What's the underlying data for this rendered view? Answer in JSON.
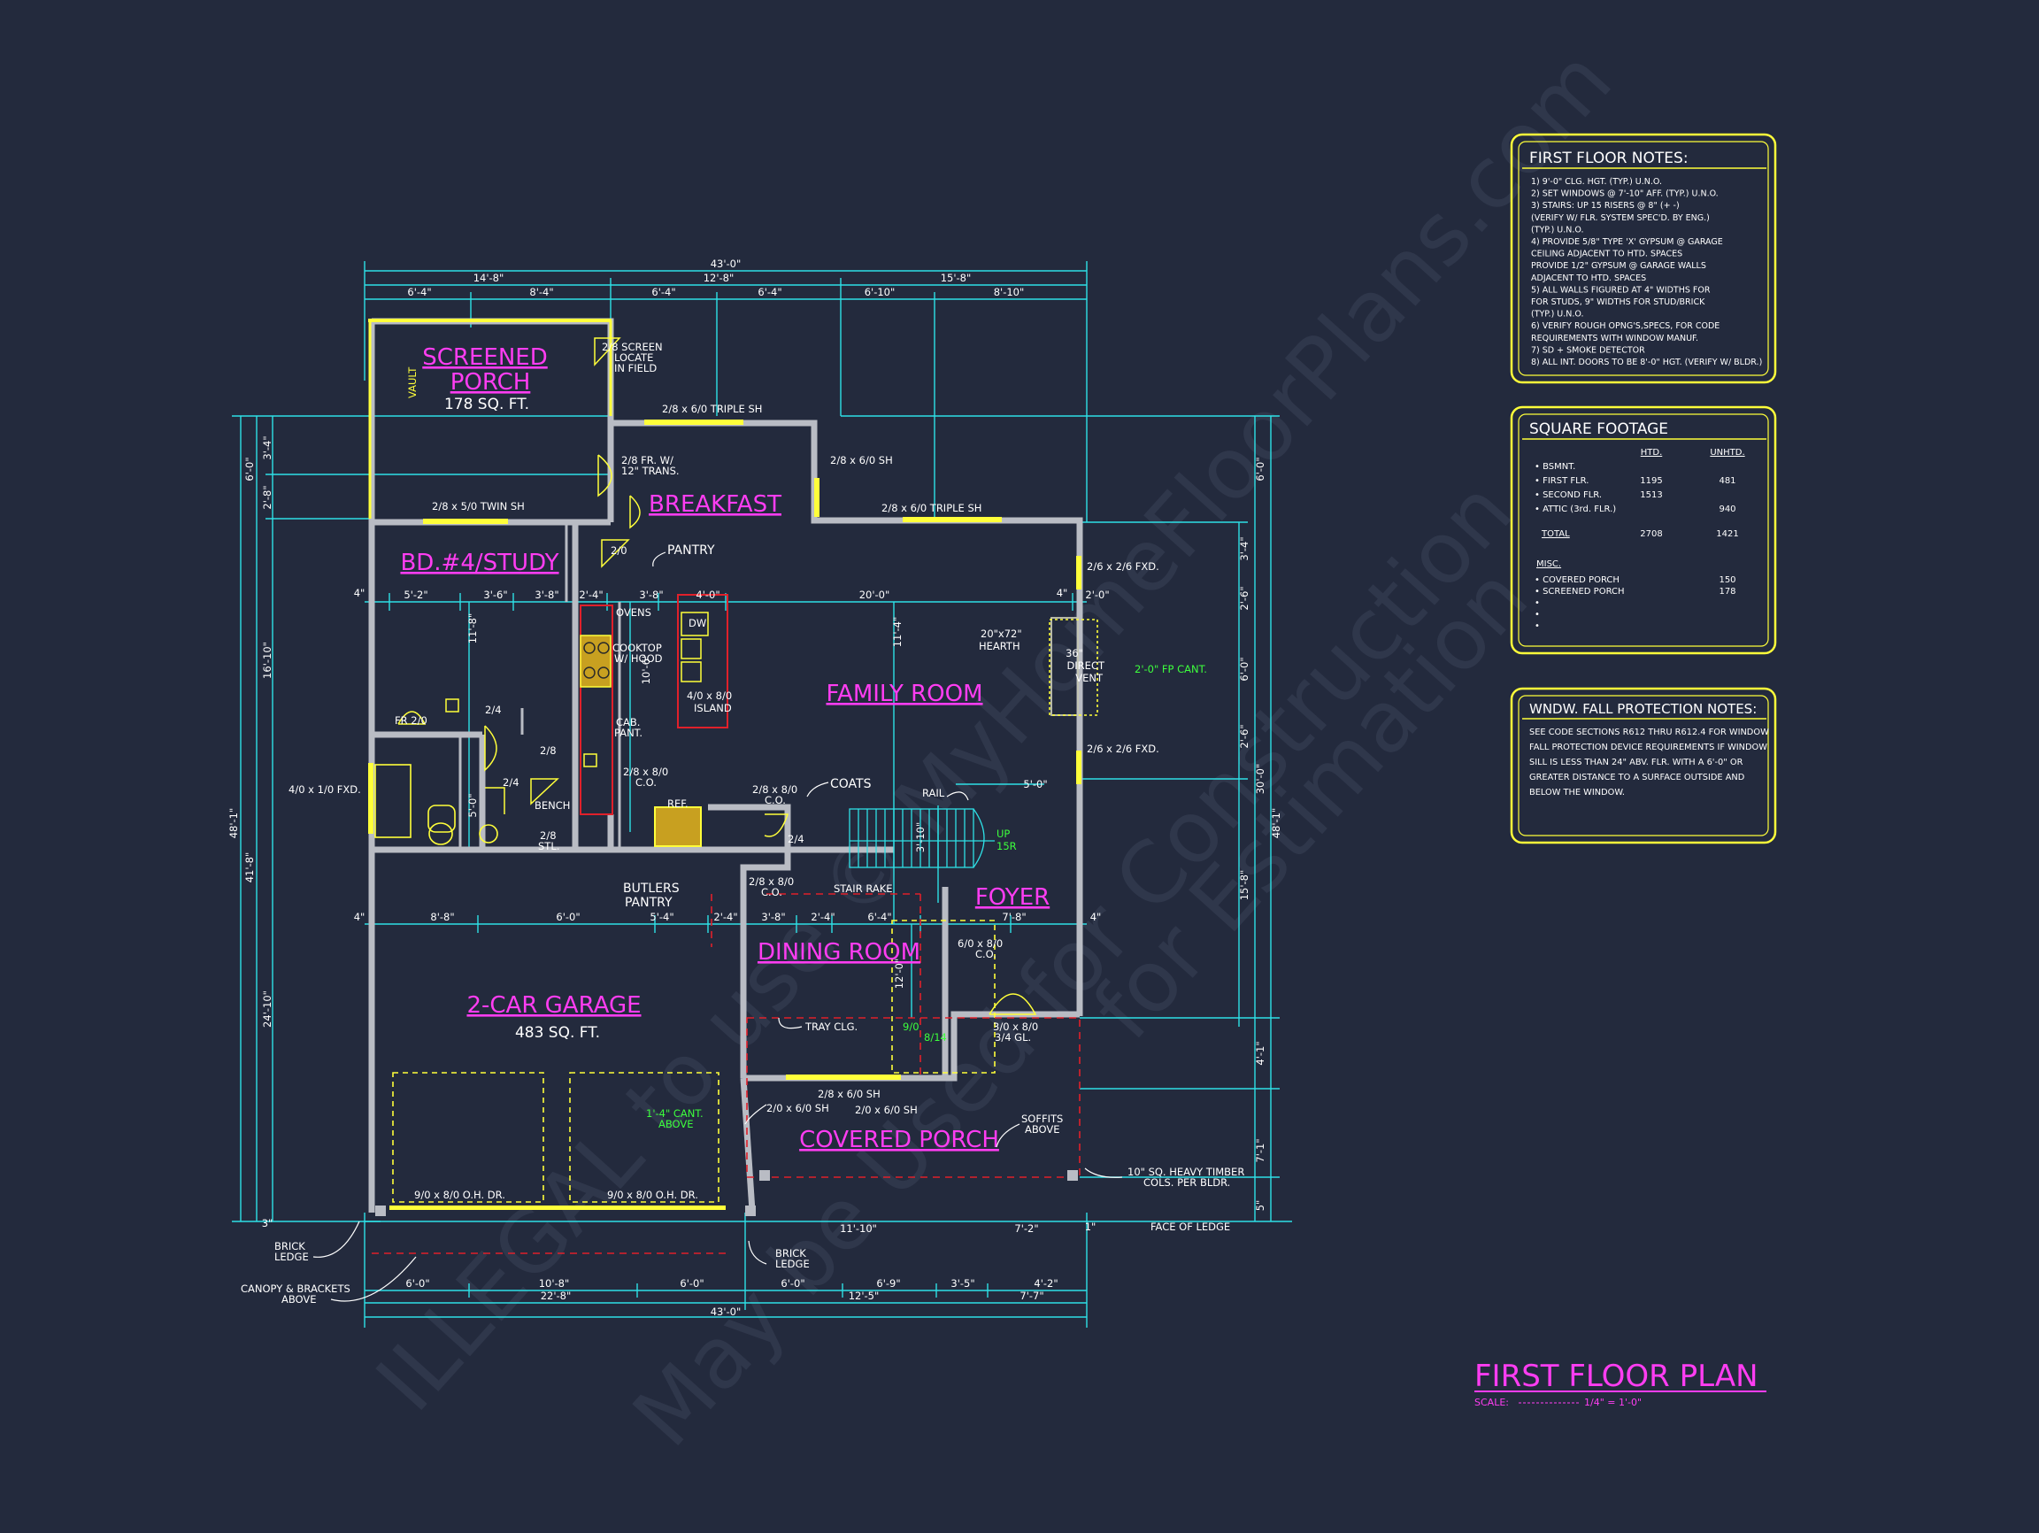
{
  "plan": {
    "title": "FIRST FLOOR PLAN",
    "scale_label": "SCALE:",
    "scale_value": "1/4\" = 1'-0\""
  },
  "watermark": {
    "line1": "ILLEGAL to use © MyHomeFloorPlans.com",
    "line2": "May be Used for Construction",
    "line3": "for Estimation"
  },
  "colors": {
    "background": "#232a3d",
    "dimension": "#2ee0e6",
    "room_label": "#ff3df2",
    "wall": "#b9bcc4",
    "panel_border": "#ffff3a",
    "note_text": "#ffffff",
    "callout_green": "#3dff3d",
    "window": "#ffff3a",
    "red_dash": "#e0202a"
  },
  "rooms": {
    "screened_porch": "SCREENED\nPORCH",
    "screened_porch_area": "178 SQ. FT.",
    "breakfast": "BREAKFAST",
    "bedroom_study": "BD.#4/STUDY",
    "family_room": "FAMILY ROOM",
    "foyer": "FOYER",
    "dining_room": "DINING ROOM",
    "garage": "2-CAR GARAGE",
    "garage_area": "483 SQ. FT.",
    "covered_porch": "COVERED PORCH"
  },
  "labels": {
    "vault": "VAULT",
    "screen_door": "2/8 SCREEN",
    "locate_field": "LOCATE",
    "in_field": "IN FIELD",
    "triple_sh_top": "2/8 x 6/0 TRIPLE SH",
    "fr_trans": "2/8 FR. W/",
    "fr_trans2": "12\" TRANS.",
    "sh_breakfast": "2/8 x 6/0 SH",
    "triple_sh_family": "2/8 x 6/0 TRIPLE SH",
    "twin_sh": "2/8 x 5/0 TWIN SH",
    "pantry_door": "2/0",
    "pantry": "PANTRY",
    "fxd_top": "2/6 x 2/6 FXD.",
    "fxd_bottom": "2/6 x 2/6 FXD.",
    "hearth": "20\"x72\"",
    "hearth2": "HEARTH",
    "direct_vent": "36\"",
    "direct_vent2": "DIRECT",
    "direct_vent3": "VENT",
    "fp_cant": "2'-0\" FP CANT.",
    "ovens": "OVENS",
    "dw": "DW",
    "cooktop": "COOKTOP",
    "cooktop2": "W/ HOOD",
    "island": "4/0 x 8/0",
    "island2": "ISLAND",
    "cab_pant": "CAB.",
    "cab_pant2": "PANT.",
    "fr_closet": "FR 2/0",
    "door_24a": "2/4",
    "door_28": "2/8",
    "door_24b": "2/4",
    "door_stl": "2/8",
    "door_stl2": "STL.",
    "fxd_bath": "4/0 x 1/0 FXD.",
    "bench": "BENCH",
    "co_kitchen": "2/8 x 8/0",
    "co_kitchen2": "C.O.",
    "ref": "REF.",
    "co_hall": "2/8 x 8/0",
    "co_hall2": "C.O.",
    "coats": "COATS",
    "door_coat": "2/4",
    "rail": "RAIL",
    "up": "UP",
    "up_risers": "15R",
    "butlers": "BUTLERS",
    "butlers2": "PANTRY",
    "co_butler": "2/8 x 8/0",
    "co_butler2": "C.O.",
    "stair_rake": "STAIR RAKE",
    "co_foyer": "6/0 x 8/0",
    "co_foyer2": "C.O.",
    "tray_clg": "TRAY CLG.",
    "clg_90": "9/0",
    "clg_814": "8/14",
    "front_door": "3/0 x 8/0",
    "front_door2": "3/4 GL.",
    "sh_dining_top": "2/8 x 6/0 SH",
    "sh_dining_a": "2/0 x 6/0 SH",
    "sh_dining_b": "2/0 x 6/0 SH",
    "soffits": "SOFFITS",
    "soffits2": "ABOVE",
    "cant_above": "1'-4\" CANT.",
    "cant_above2": "ABOVE",
    "ohdr_a": "9/0 x 8/0 O.H. DR.",
    "ohdr_b": "9/0 x 8/0 O.H. DR.",
    "timber": "10\" SQ. HEAVY TIMBER",
    "timber2": "COLS. PER BLDR.",
    "face_ledge": "FACE OF LEDGE",
    "brick_ledge_l": "BRICK",
    "brick_ledge_l2": "LEDGE",
    "brick_ledge_r": "BRICK",
    "brick_ledge_r2": "LEDGE",
    "canopy": "CANOPY & BRACKETS",
    "canopy2": "ABOVE"
  },
  "dims_top": {
    "overall": "43'-0\"",
    "row2": [
      "14'-8\"",
      "12'-8\"",
      "15'-8\""
    ],
    "row3": [
      "6'-4\"",
      "8'-4\"",
      "6'-4\"",
      "6'-4\"",
      "6'-10\"",
      "8'-10\""
    ]
  },
  "dims_bottom": {
    "overall": "43'-0\"",
    "row1": [
      "6'-0\"",
      "10'-8\"",
      "6'-0\"",
      "6'-0\"",
      "6'-9\"",
      "3'-5\"",
      "4'-2\""
    ],
    "row2": [
      "22'-8\"",
      "12'-5\"",
      "7'-7\""
    ],
    "ledge_row": [
      "3\"",
      "11'-10\"",
      "7'-2\"",
      "1\""
    ]
  },
  "dims_left": {
    "overall": "48'-1\"",
    "a": "16'-10\"",
    "b": "41'-8\"",
    "c": "24'-10\"",
    "d": "6'-0\"",
    "e": "3'-4\"",
    "f": "2'-8\""
  },
  "dims_right": {
    "overall": "48'-1\"",
    "a": "6'-0\"",
    "b": "30'-0\"",
    "c": "3'-4\"",
    "d": "2'-6\"",
    "e": "6'-0\"",
    "f": "2'-6\"",
    "g": "15'-8\"",
    "h": "4'-1\"",
    "i": "7'-1\"",
    "j": "5\""
  },
  "dims_interior": {
    "row_mid": [
      "4\"",
      "5'-2\"",
      "3'-6\"",
      "3'-8\"",
      "2'-4\"",
      "3'-8\"",
      "4'-0\"",
      "20'-0\"",
      "4\"",
      "2'-0\""
    ],
    "row_low": [
      "4\"",
      "8'-8\"",
      "6'-0\"",
      "5'-4\"",
      "2'-4\"",
      "3'-8\"",
      "2'-4\"",
      "6'-4\"",
      "7'-8\"",
      "4\""
    ],
    "vertical": [
      "11'-4\"",
      "10'-6\"",
      "11'-8\"",
      "5'-0\"",
      "3'-10\"",
      "12'-0\""
    ],
    "foyer_h": "5'-0\""
  },
  "notes": {
    "title": "FIRST FLOOR NOTES:",
    "items": [
      "1) 9'-0\" CLG. HGT. (TYP.) U.N.O.",
      "2) SET WINDOWS @ 7'-10\" AFF. (TYP.) U.N.O.",
      "3) STAIRS: UP 15 RISERS @ 8\" (+ -)",
      "   (VERIFY W/ FLR. SYSTEM SPEC'D. BY ENG.)",
      "   (TYP.) U.N.O.",
      "4) PROVIDE 5/8\" TYPE 'X' GYPSUM @ GARAGE",
      "   CEILING ADJACENT TO HTD. SPACES",
      "   PROVIDE 1/2\" GYPSUM @ GARAGE WALLS",
      "   ADJACENT TO HTD. SPACES",
      "5) ALL WALLS FIGURED AT 4\" WIDTHS FOR",
      "   FOR STUDS, 9\" WIDTHS FOR STUD/BRICK",
      "   (TYP.) U.N.O.",
      "6) VERIFY ROUGH OPNG'S,SPECS, FOR CODE",
      "   REQUIREMENTS WITH WINDOW MANUF.",
      "7) SD + SMOKE DETECTOR",
      "8) ALL INT. DOORS TO BE 8'-0\" HGT. (VERIFY W/ BLDR.)"
    ]
  },
  "sqft": {
    "title": "SQUARE FOOTAGE",
    "col_htd": "HTD.",
    "col_unhtd": "UNHTD.",
    "rows": [
      {
        "label": "• BSMNT.",
        "htd": "",
        "unhtd": ""
      },
      {
        "label": "• FIRST FLR.",
        "htd": "1195",
        "unhtd": "481"
      },
      {
        "label": "• SECOND FLR.",
        "htd": "1513",
        "unhtd": ""
      },
      {
        "label": "• ATTIC (3rd. FLR.)",
        "htd": "",
        "unhtd": "940"
      },
      {
        "label": "TOTAL",
        "htd": "2708",
        "unhtd": "1421"
      }
    ],
    "misc_title": "MISC.",
    "misc_rows": [
      {
        "label": "• COVERED PORCH",
        "value": "150"
      },
      {
        "label": "• SCREENED PORCH",
        "value": "178"
      },
      {
        "label": "•",
        "value": ""
      },
      {
        "label": "•",
        "value": ""
      },
      {
        "label": "•",
        "value": ""
      }
    ]
  },
  "fall": {
    "title": "WNDW. FALL PROTECTION NOTES:",
    "lines": [
      "SEE CODE SECTIONS R612 THRU R612.4 FOR WINDOW",
      "FALL PROTECTION DEVICE REQUIREMENTS IF WINDOW",
      "SILL IS LESS THAN 24\" ABV. FLR. WITH A 6'-0\" OR",
      "GREATER DISTANCE TO A SURFACE OUTSIDE AND",
      "BELOW THE WINDOW."
    ]
  }
}
